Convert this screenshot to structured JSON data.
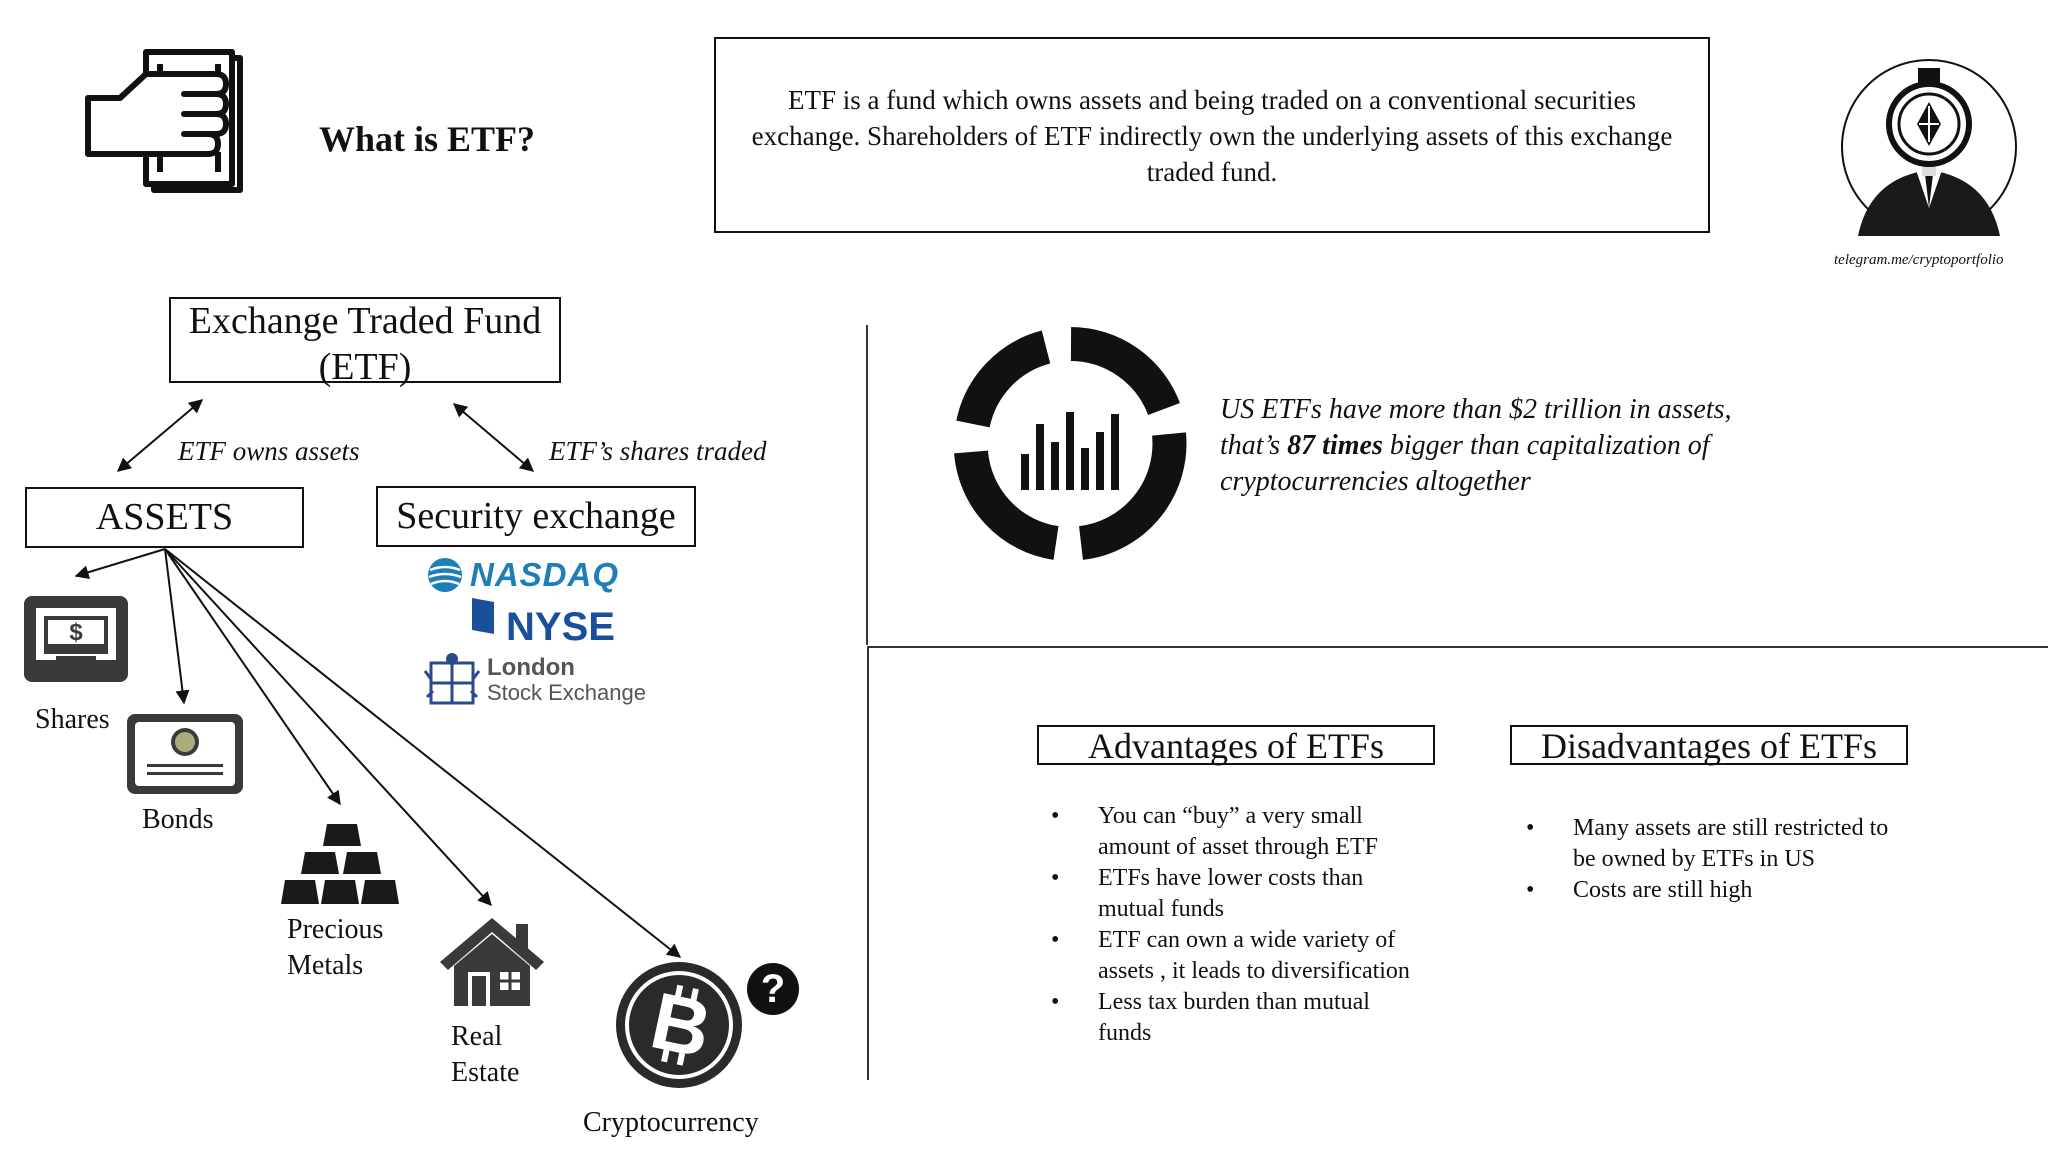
{
  "header": {
    "title": "What is ETF?",
    "definition": "ETF is a fund which owns assets and being traded on a conventional securities exchange. Shareholders of ETF indirectly own the underlying assets of this exchange traded fund.",
    "icons": {
      "hand_money": "hand-money-icon",
      "avatar": "crypto-avatar"
    },
    "telegram": "telegram.me/cryptoportfolio"
  },
  "diagram": {
    "etf_node": "Exchange Traded Fund (ETF)",
    "edge_assets": "ETF owns assets",
    "edge_exchange": "ETF’s shares traded",
    "assets_node": "ASSETS",
    "exchange_node": "Security exchange",
    "exchanges": {
      "nasdaq": "NASDAQ",
      "nyse": "NYSE",
      "lse_line1": "London",
      "lse_line2": "Stock Exchange"
    },
    "assets": {
      "shares": "Shares",
      "bonds": "Bonds",
      "metals_line1": "Precious",
      "metals_line2": "Metals",
      "realestate_line1": "Real",
      "realestate_line2": "Estate",
      "crypto": "Cryptocurrency"
    },
    "crypto_marker": "?"
  },
  "stats": {
    "line1": "US ETFs have more than $2 trillion in assets,",
    "line2_pre": "that’s ",
    "line2_bold": "87 times",
    "line2_post": " bigger than capitalization of",
    "line3": "cryptocurrencies altogether"
  },
  "advantages": {
    "title": "Advantages of ETFs",
    "items": [
      "You can “buy” a very small amount of asset through ETF",
      "ETFs have lower costs than mutual funds",
      "ETF can own a wide variety of assets , it leads to diversification",
      "Less tax burden than mutual funds"
    ]
  },
  "disadvantages": {
    "title": "Disadvantages of ETFs",
    "items": [
      "Many assets are still restricted to be owned by ETFs in US",
      "Costs are still high"
    ]
  },
  "colors": {
    "nasdaq": "#1e7fb8",
    "nyse": "#1a4f9c",
    "lse": "#2a4a8a",
    "icon": "#222222"
  }
}
